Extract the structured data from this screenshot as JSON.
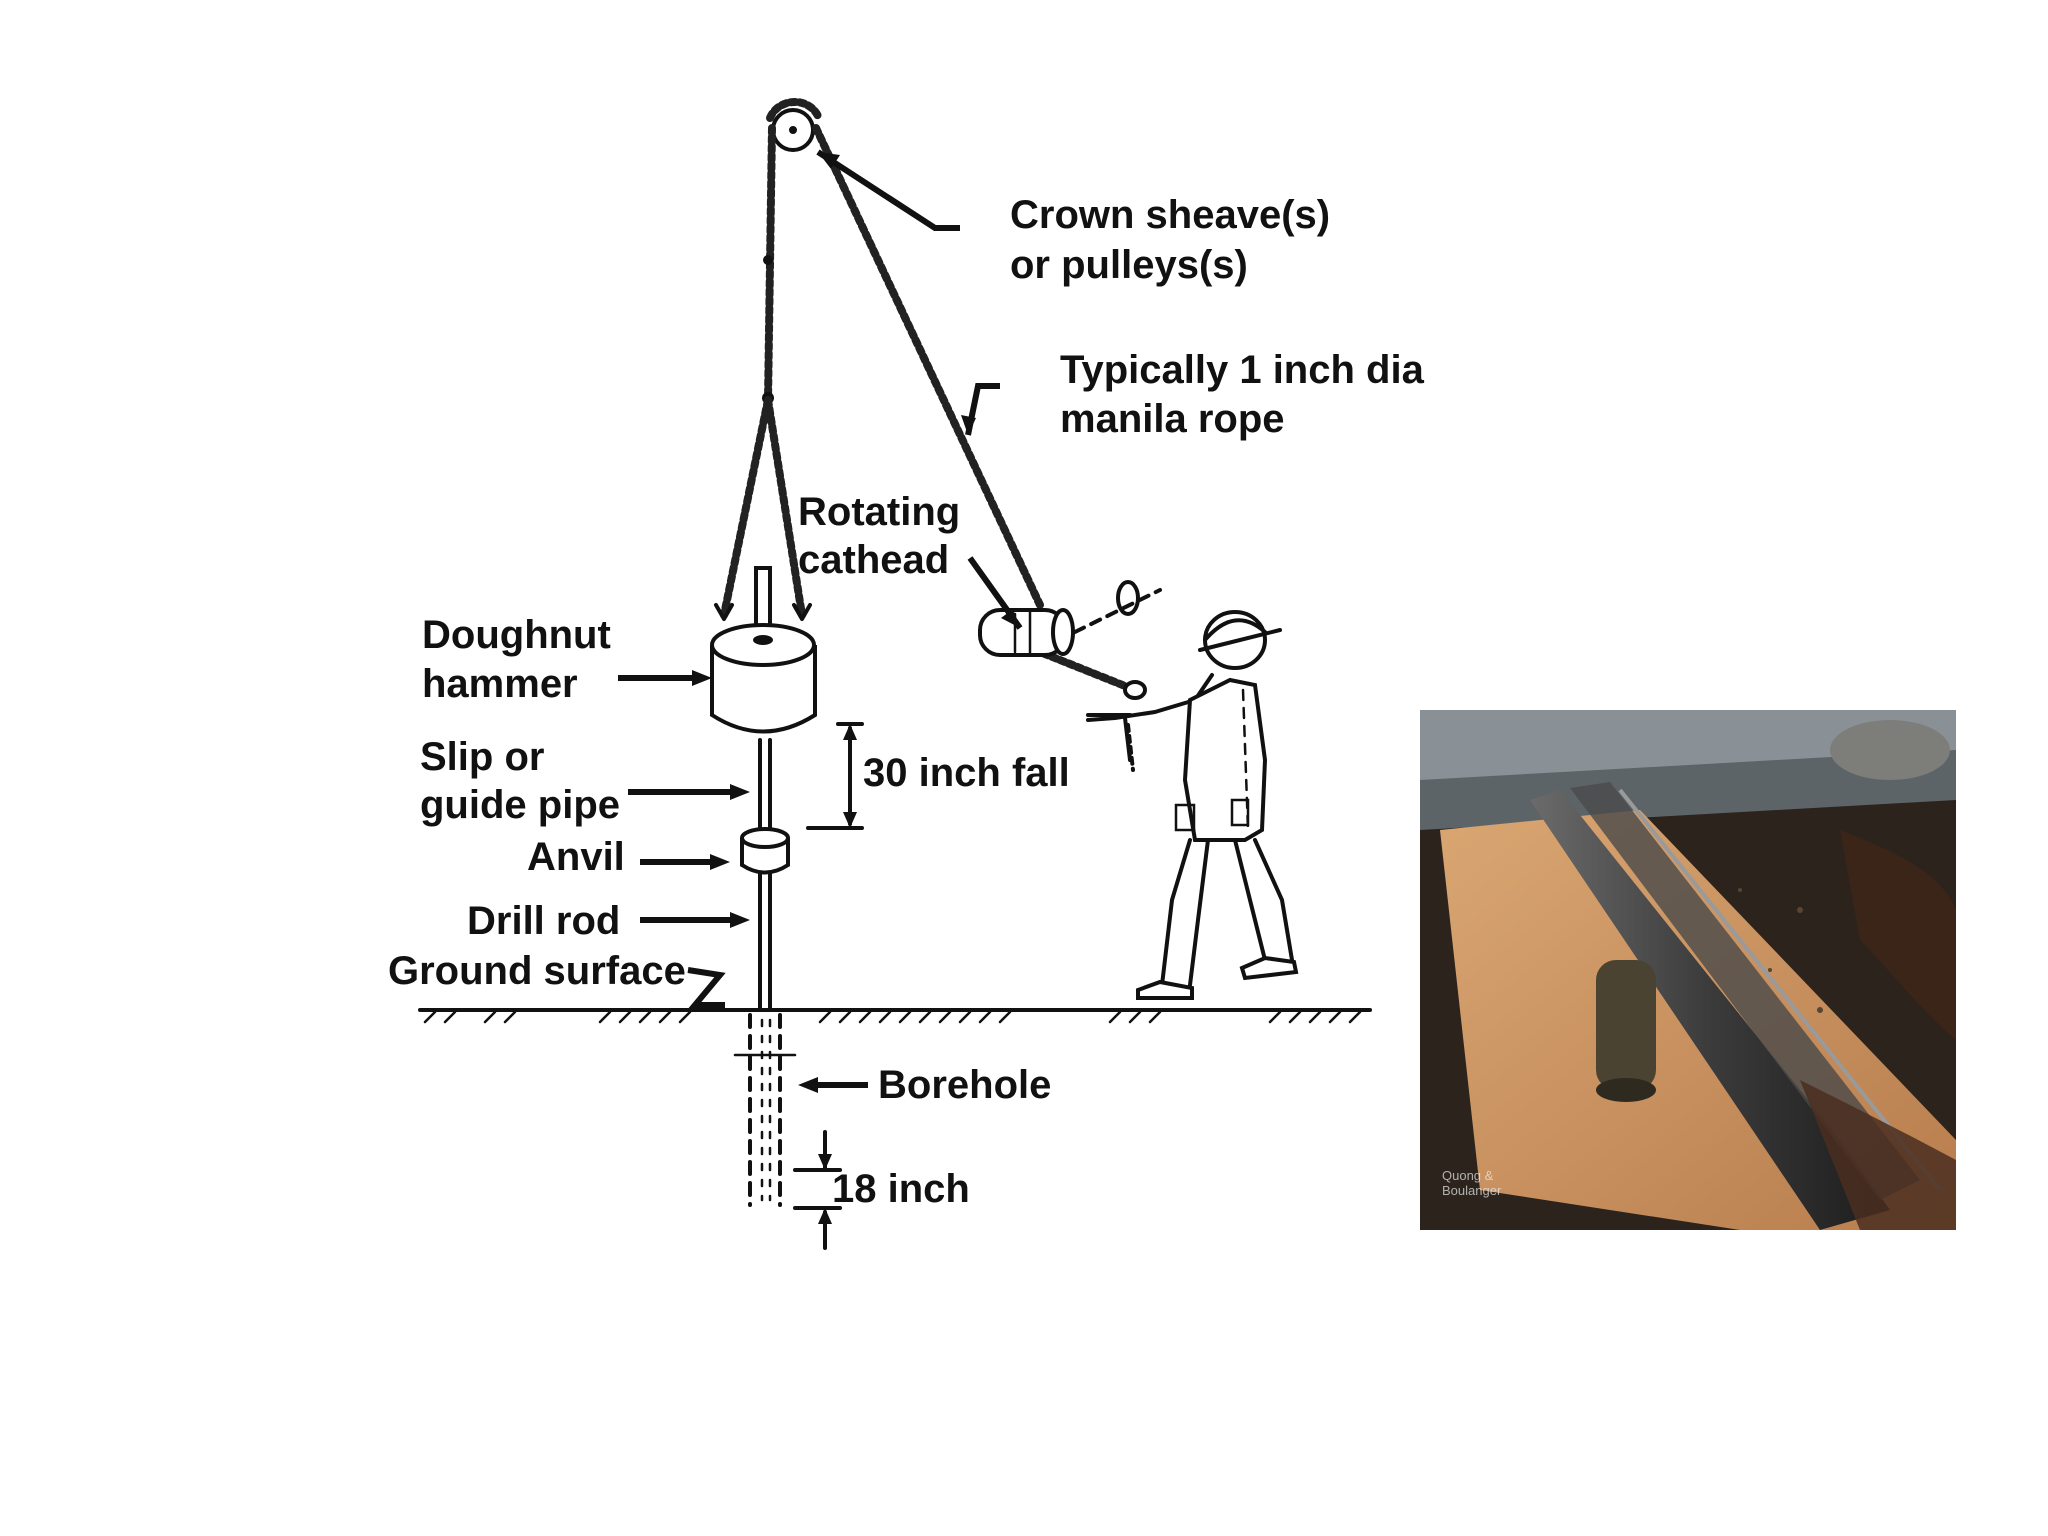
{
  "labels": {
    "crown_sheave_line1": "Crown sheave(s)",
    "crown_sheave_line2": "or pulleys(s)",
    "rope_line1": "Typically 1 inch dia",
    "rope_line2": "manila rope",
    "cathead_line1": "Rotating",
    "cathead_line2": "cathead",
    "hammer_line1": "Doughnut",
    "hammer_line2": "hammer",
    "guide_line1": "Slip or",
    "guide_line2": "guide pipe",
    "fall": "30 inch fall",
    "anvil": "Anvil",
    "drill_rod": "Drill rod",
    "ground_surface": "Ground surface",
    "borehole": "Borehole",
    "penetration": "18 inch"
  },
  "photo": {
    "watermark_line1": "Quong &",
    "watermark_line2": "Boulanger"
  },
  "colors": {
    "ink": "#111111",
    "background": "#ffffff",
    "photo_board": "#c89463",
    "photo_frame": "#2b231c"
  }
}
